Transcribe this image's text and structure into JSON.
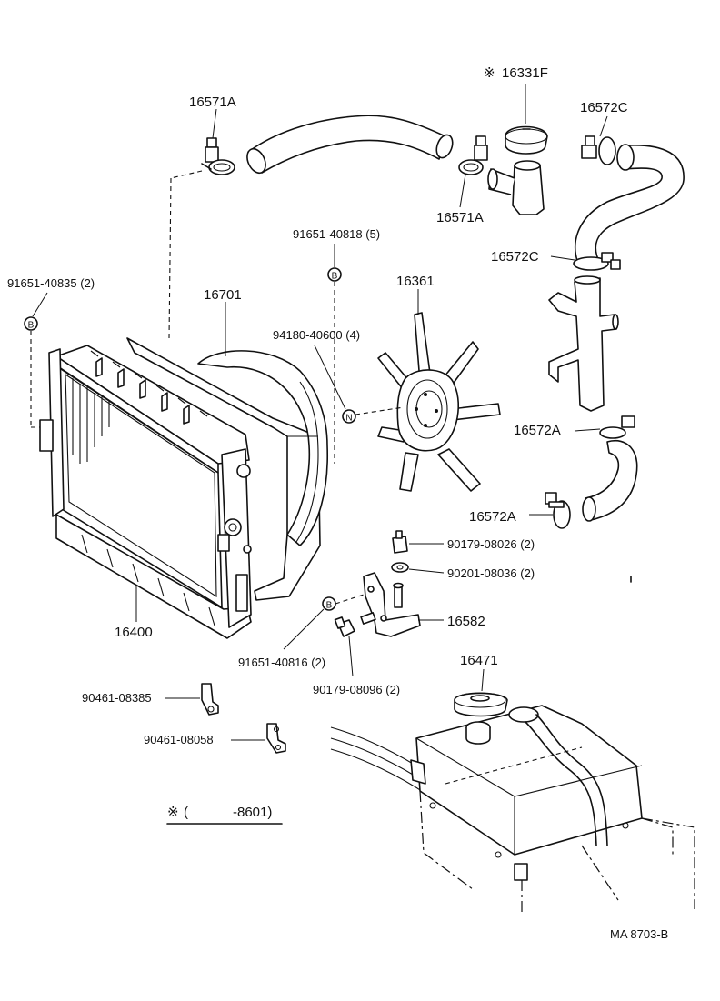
{
  "labels": {
    "hose_upper_clamp_left": "16571A",
    "hose_upper_clamp_right": "16571A",
    "radiator_cap": "16331F",
    "cap_mark": "※",
    "hose_lower_clamp_top": "16572C",
    "hose_lower_clamp_mid": "16572C",
    "screw_top": "91651-40818 (5)",
    "screw_left": "91651-40835 (2)",
    "shroud": "16701",
    "fan": "16361",
    "nut": "94180-40600 (4)",
    "clamp_a_upper": "16572A",
    "clamp_a_lower": "16572A",
    "bolt_90179_08026": "90179-08026 (2)",
    "washer": "90201-08036 (2)",
    "bracket": "16582",
    "radiator": "16400",
    "screw_bottom": "91651-40816 (2)",
    "bolt_90179_08096": "90179-08096 (2)",
    "reserve_cap": "16471",
    "clip_1": "90461-08385",
    "clip_2": "90461-08058",
    "footnote_mark": "※",
    "footnote_open": "(",
    "footnote_text": "-8601)",
    "drawing_id": "MA  8703-B"
  },
  "callout_symbols": {
    "b": "B",
    "n": "N"
  }
}
